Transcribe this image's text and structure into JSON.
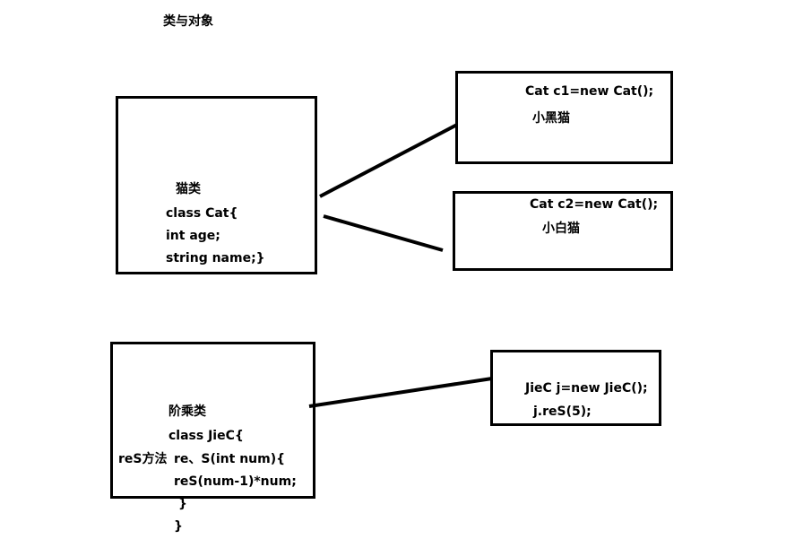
{
  "title": "类与对象",
  "cat_class": {
    "label": "猫类",
    "lines": [
      "class Cat{",
      "int age;",
      "string name;}"
    ]
  },
  "cat_objects": [
    {
      "code": "Cat c1=new Cat();",
      "name": "小黑猫"
    },
    {
      "code": "Cat c2=new Cat();",
      "name": "小白猫"
    }
  ],
  "jiec_class": {
    "label": "阶乘类",
    "method_note": "reS方法",
    "lines": [
      "class JieC{",
      "re、S(int num){",
      "reS(num-1)*num;",
      "}",
      "}"
    ]
  },
  "jiec_object": {
    "lines": [
      "JieC j=new JieC();",
      "j.reS(5);"
    ]
  }
}
